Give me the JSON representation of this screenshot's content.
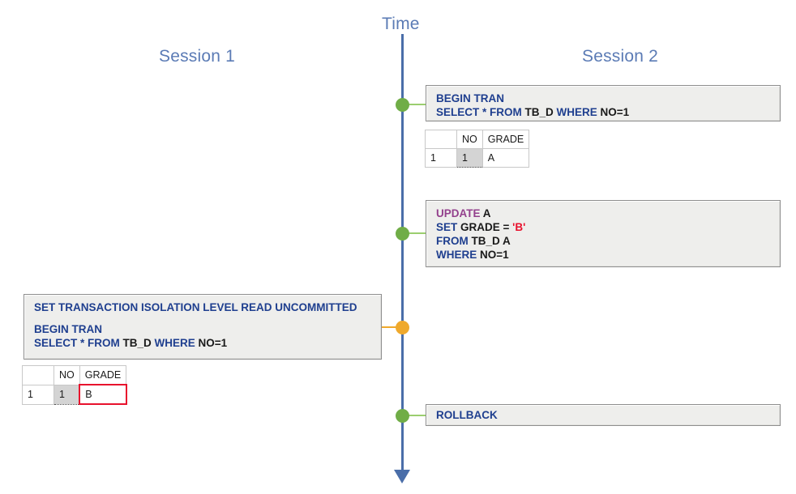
{
  "diagram": {
    "time_label": "Time",
    "session_1_title": "Session 1",
    "session_2_title": "Session 2"
  },
  "colors": {
    "axis": "#4a6ea9",
    "title": "#5b7bb5",
    "node_green": "#70ad47",
    "node_orange": "#efa92c",
    "box_bg": "#eeeeec",
    "box_border": "#8e8e8e",
    "keyword": "#1f3f8f",
    "keyword_pink": "#93408c",
    "literal": "#e8112d",
    "highlight_cell": "#d4d4d4",
    "red_outline": "#e8112d"
  },
  "session2": {
    "step1": {
      "node_color": "green",
      "lines": [
        [
          {
            "t": "BEGIN TRAN",
            "c": "kw"
          }
        ],
        [
          {
            "t": "SELECT * FROM ",
            "c": "kw"
          },
          {
            "t": "TB_D ",
            "c": "pl"
          },
          {
            "t": "WHERE ",
            "c": "kw"
          },
          {
            "t": "NO=1",
            "c": "pl"
          }
        ]
      ],
      "result": {
        "headers": [
          "",
          "NO",
          "GRADE"
        ],
        "rows": [
          [
            "1",
            "1",
            "A"
          ]
        ],
        "highlighted_cell": "NO",
        "outlined_cell": null
      }
    },
    "step2": {
      "node_color": "green",
      "lines": [
        [
          {
            "t": "UPDATE ",
            "c": "kw-pk"
          },
          {
            "t": "A",
            "c": "pl"
          }
        ],
        [
          {
            "t": "SET ",
            "c": "kw"
          },
          {
            "t": "GRADE = ",
            "c": "pl"
          },
          {
            "t": "'B'",
            "c": "lit"
          }
        ],
        [
          {
            "t": "FROM ",
            "c": "kw"
          },
          {
            "t": "TB_D A",
            "c": "pl"
          }
        ],
        [
          {
            "t": "WHERE ",
            "c": "kw"
          },
          {
            "t": "NO=1",
            "c": "pl"
          }
        ]
      ]
    },
    "step4": {
      "node_color": "green",
      "lines": [
        [
          {
            "t": "ROLLBACK",
            "c": "kw"
          }
        ]
      ]
    }
  },
  "session1": {
    "step3": {
      "node_color": "orange",
      "lines": [
        [
          {
            "t": "SET TRANSACTION ISOLATION LEVEL READ UNCOMMITTED",
            "c": "kw"
          }
        ],
        [],
        [
          {
            "t": "BEGIN TRAN",
            "c": "kw"
          }
        ],
        [
          {
            "t": "SELECT * FROM ",
            "c": "kw"
          },
          {
            "t": "TB_D ",
            "c": "pl"
          },
          {
            "t": "WHERE ",
            "c": "kw"
          },
          {
            "t": "NO=1",
            "c": "pl"
          }
        ]
      ],
      "result": {
        "headers": [
          "",
          "NO",
          "GRADE"
        ],
        "rows": [
          [
            "1",
            "1",
            "B"
          ]
        ],
        "highlighted_cell": "NO",
        "outlined_cell": "GRADE"
      }
    }
  }
}
